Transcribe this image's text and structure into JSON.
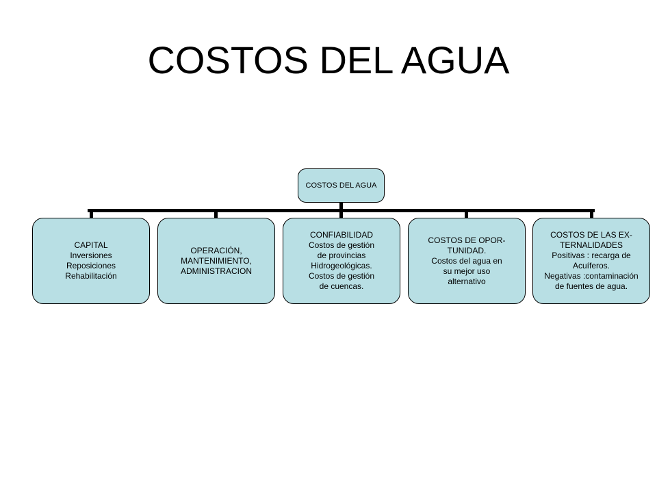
{
  "title": "COSTOS DEL AGUA",
  "diagram": {
    "root": {
      "label": "COSTOS  DEL AGUA"
    },
    "children": [
      {
        "lines": [
          "CAPITAL",
          "Inversiones",
          "Reposiciones",
          "Rehabilitación"
        ]
      },
      {
        "lines": [
          "OPERACIÓN,",
          "MANTENIMIENTO,",
          "ADMINISTRACION"
        ]
      },
      {
        "lines": [
          "CONFIABILIDAD",
          "Costos de gestión",
          "de provincias",
          "Hidrogeológicas.",
          "Costos de gestión",
          "de cuencas."
        ]
      },
      {
        "lines": [
          "COSTOS  DE OPOR-",
          "TUNIDAD.",
          "Costos del agua en",
          "su mejor uso",
          "alternativo"
        ]
      },
      {
        "lines": [
          "COSTOS  DE LAS EX-",
          "TERNALIDADES",
          "Positivas : recarga de",
          "Acuíferos.",
          "Negativas :contaminación",
          "de fuentes de agua."
        ]
      }
    ]
  },
  "colors": {
    "box_fill": "#b8dfe4",
    "line": "#000000"
  }
}
